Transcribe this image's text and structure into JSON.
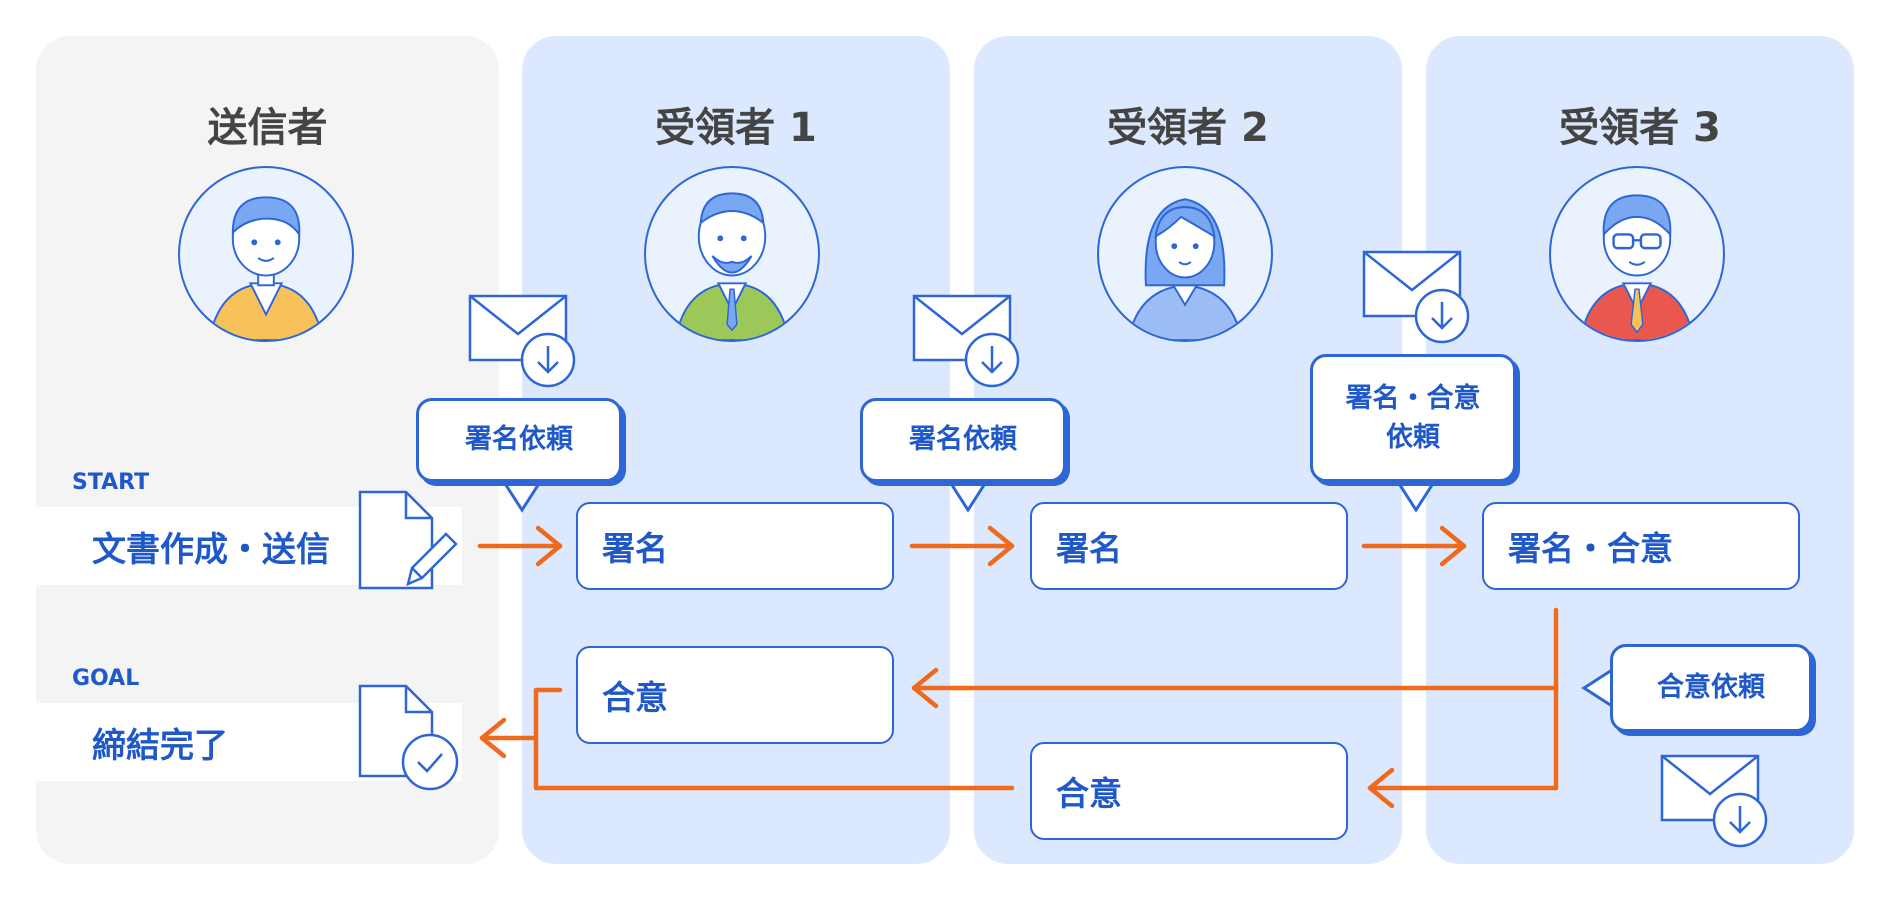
{
  "columns": [
    {
      "title": "送信者",
      "avatar": "sender-avatar-icon"
    },
    {
      "title": "受領者 1",
      "avatar": "recipient-1-avatar-icon"
    },
    {
      "title": "受領者 2",
      "avatar": "recipient-2-avatar-icon"
    },
    {
      "title": "受領者 3",
      "avatar": "recipient-3-avatar-icon"
    }
  ],
  "sender": {
    "start_label": "START",
    "start_text": "文書作成・送信",
    "goal_label": "GOAL",
    "goal_text": "締結完了",
    "start_icon": "document-edit-icon",
    "goal_icon": "document-check-icon"
  },
  "bubbles": {
    "r1": "署名依頼",
    "r2": "署名依頼",
    "r3": "署名・合意\n依頼",
    "return": "合意依頼"
  },
  "steps": {
    "r1_sign": "署名",
    "r2_sign": "署名",
    "r3_sign": "署名・合意",
    "r1_agree": "合意",
    "r2_agree": "合意"
  },
  "icons": {
    "mail": "mail-download-icon"
  },
  "colors": {
    "accent_blue": "#2e66d6",
    "arrow_orange": "#f06a1e",
    "recipient_bg": "#dce8fd",
    "sender_bg": "#f5f4f5"
  }
}
